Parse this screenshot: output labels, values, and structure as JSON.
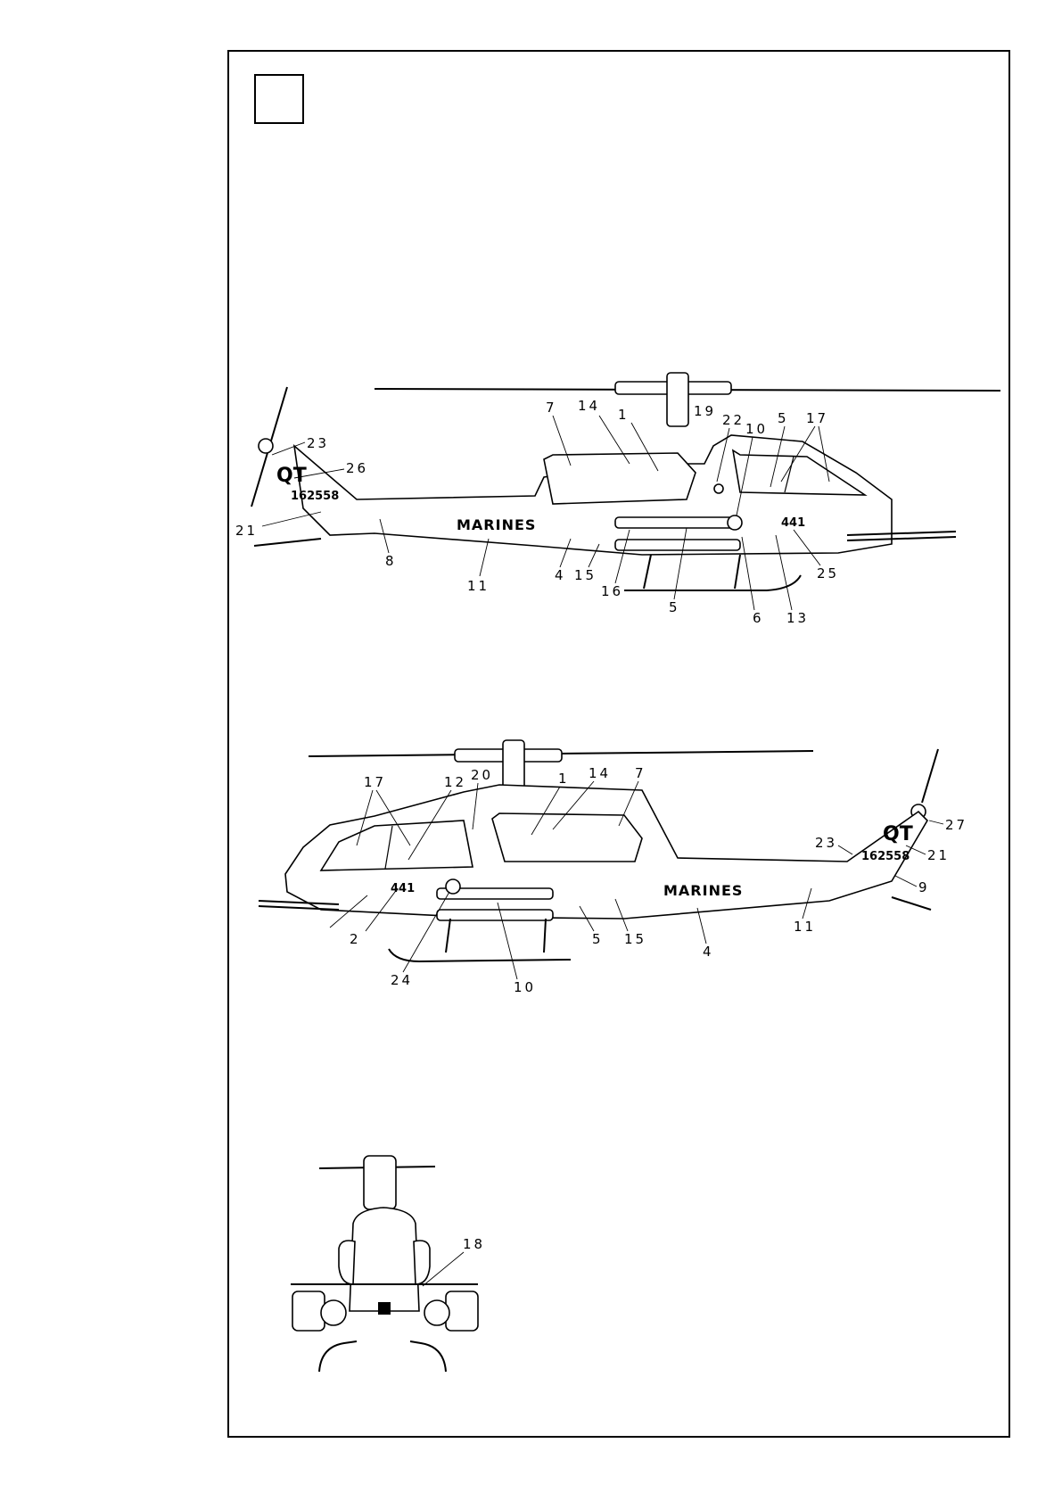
{
  "colors": {
    "line": "#000000",
    "paper": "#ffffff"
  },
  "views": {
    "side_right": {
      "decals": {
        "unit_code": "QT",
        "serial": "162558",
        "service": "MARINES",
        "number": "441"
      },
      "callouts": [
        "7",
        "14",
        "1",
        "19",
        "22",
        "10",
        "5",
        "17",
        "23",
        "26",
        "21",
        "8",
        "11",
        "4",
        "15",
        "16",
        "5",
        "6",
        "13",
        "25"
      ]
    },
    "side_left": {
      "decals": {
        "unit_code": "QT",
        "serial": "162558",
        "service": "MARINES",
        "number": "441"
      },
      "callouts": [
        "17",
        "12",
        "20",
        "1",
        "14",
        "7",
        "23",
        "27",
        "21",
        "9",
        "11",
        "4",
        "15",
        "5",
        "10",
        "24",
        "2"
      ]
    },
    "front": {
      "callouts": [
        "18"
      ]
    }
  }
}
